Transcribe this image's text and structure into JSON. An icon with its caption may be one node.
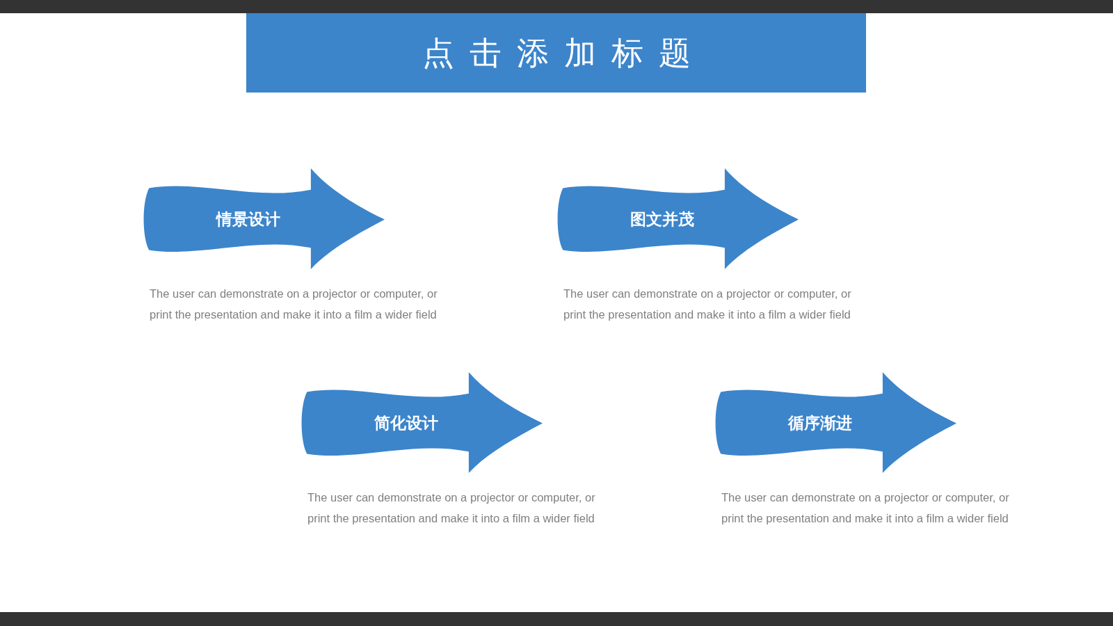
{
  "diagram": {
    "title": "点击添加标题",
    "nodes": [
      {
        "text": [
          "情景设计"
        ],
        "beside": [
          "The user can demonstrate on a projector or computer, or print the presentation and make it into a film a wider field"
        ]
      },
      {
        "text": [
          "图文并茂"
        ],
        "beside": [
          "The user can demonstrate on a projector or computer, or print the presentation and make it into a film a wider field"
        ]
      },
      {
        "text": [
          "简化设计"
        ],
        "beside": [
          "The user can demonstrate on a projector or computer, or print the presentation and make it into a film a wider field"
        ]
      },
      {
        "text": [
          "循序渐进"
        ],
        "beside": [
          "The user can demonstrate on a projector or computer, or print the presentation and make it into a film a wider field"
        ]
      }
    ]
  }
}
